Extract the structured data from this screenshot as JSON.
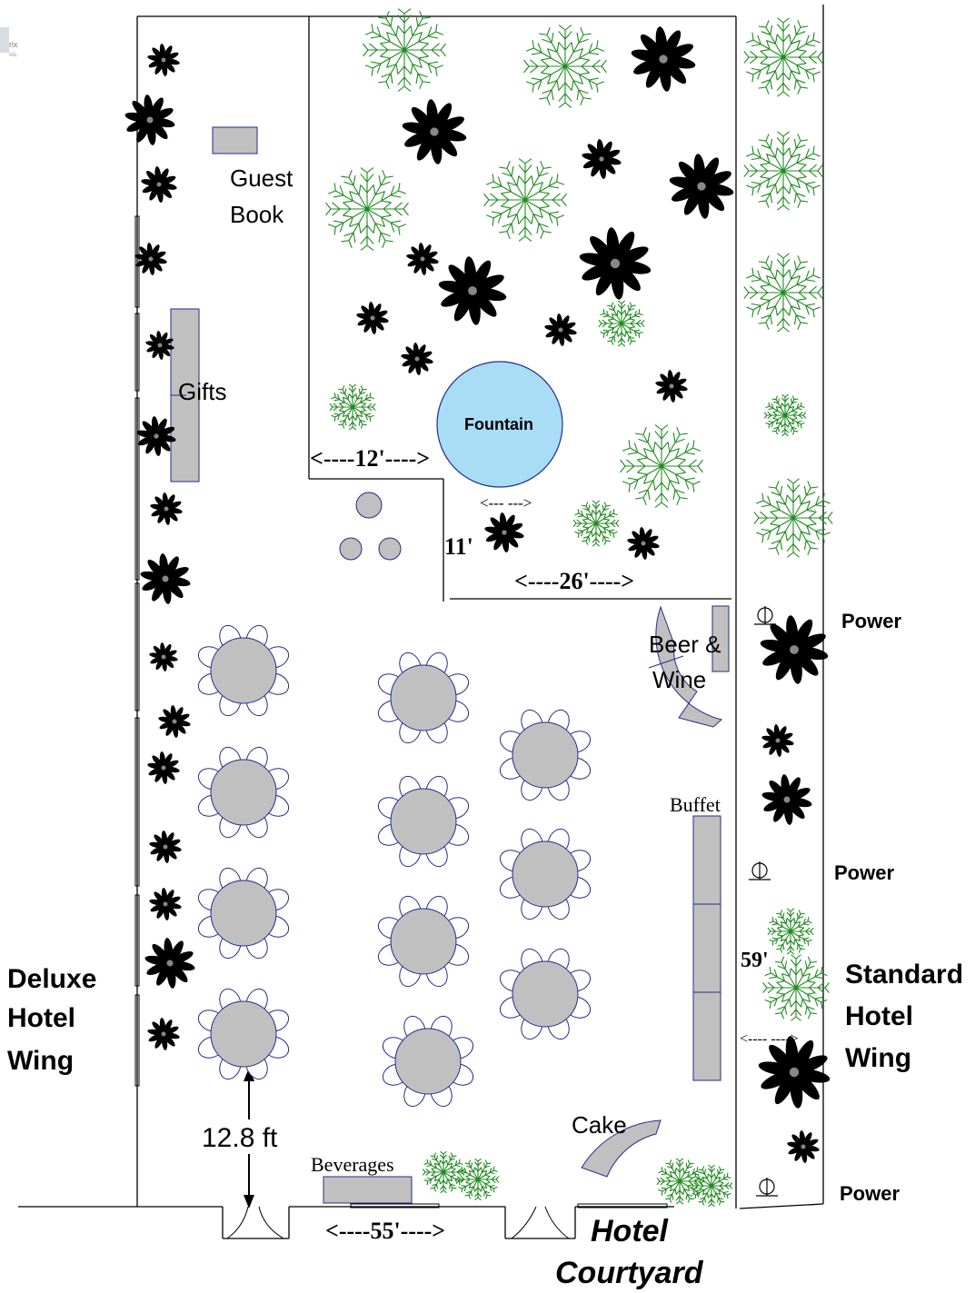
{
  "logo_text": "rix",
  "labels": {
    "guest_book_line1": "Guest",
    "guest_book_line2": "Book",
    "gifts": "Gifts",
    "fountain": "Fountain",
    "dim_12": "<----12'---->",
    "dim_fountain_small": "<---   --->",
    "dim_11": "11'",
    "dim_26": "<----26'---->",
    "beer_wine_line1": "Beer &",
    "beer_wine_line2": "Wine",
    "buffet": "Buffet",
    "dim_59": "59'",
    "dim_59_arrow": "<----        ---->",
    "cake": "Cake",
    "beverages": "Beverages",
    "dim_12_8": "12.8 ft",
    "dim_55": "<----55'---->",
    "deluxe_1": "Deluxe",
    "deluxe_2": "Hotel",
    "deluxe_3": "Wing",
    "standard_1": "Standard",
    "standard_2": "Hotel",
    "standard_3": "Wing",
    "power": "Power",
    "courtyard_1": "Hotel",
    "courtyard_2": "Courtyard"
  },
  "colors": {
    "table_fill": "#c0c0c0",
    "chair_stroke": "#1f2e8a",
    "fountain_fill": "#a9ddf5",
    "shrub_green": "#1f8a1f",
    "palm_black": "#000000"
  }
}
